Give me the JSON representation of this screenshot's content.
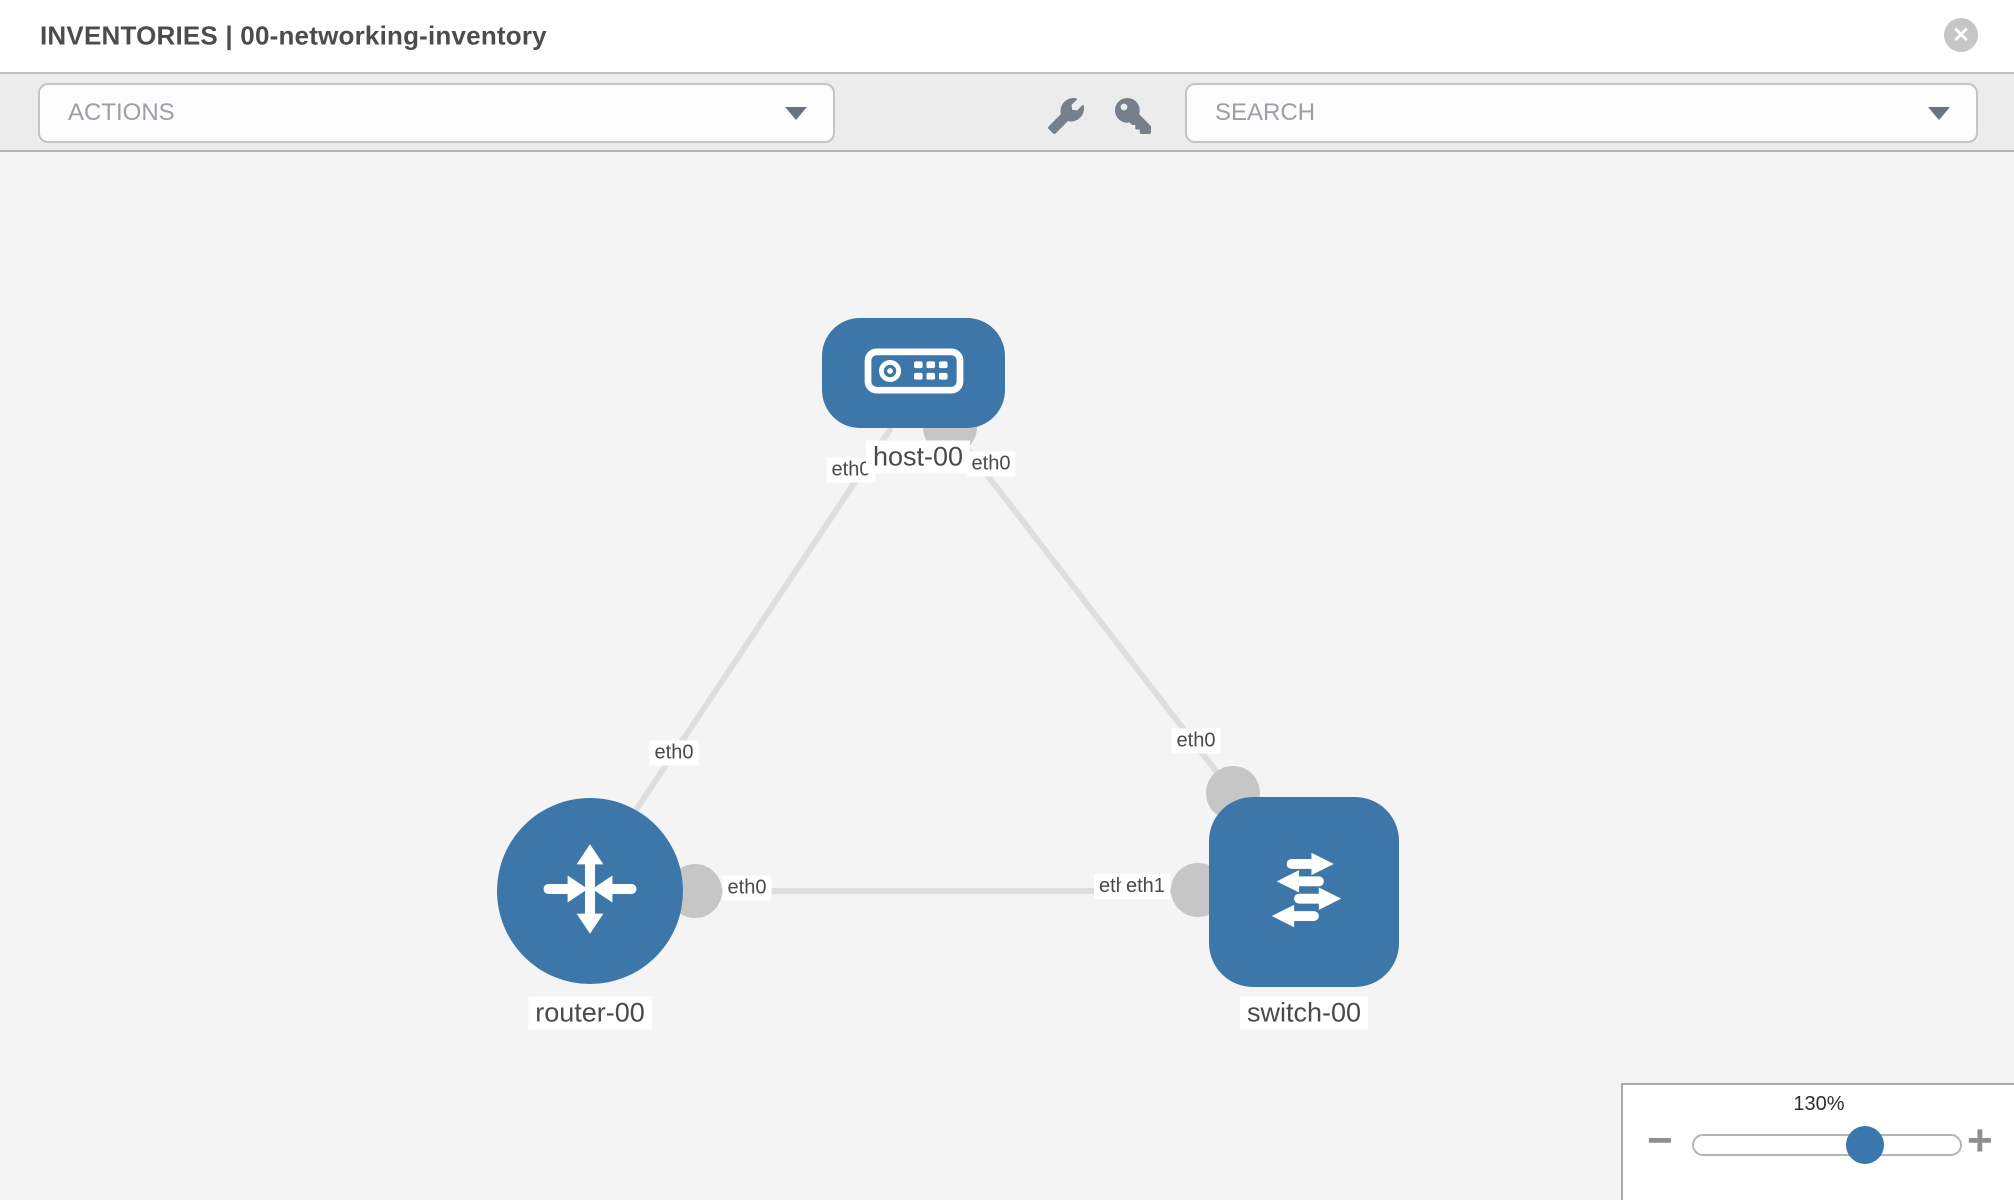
{
  "header": {
    "title": "INVENTORIES | 00-networking-inventory",
    "close_glyph": "✕"
  },
  "toolbar": {
    "actions_label": "ACTIONS",
    "search_placeholder": "SEARCH"
  },
  "topology": {
    "nodes": [
      {
        "id": "host-00",
        "type": "host",
        "label": "host-00"
      },
      {
        "id": "router-00",
        "type": "router",
        "label": "router-00"
      },
      {
        "id": "switch-00",
        "type": "switch",
        "label": "switch-00"
      }
    ],
    "links": [
      {
        "from": "host-00",
        "from_if": "eth0",
        "to": "router-00",
        "to_if": "eth0"
      },
      {
        "from": "host-00",
        "from_if": "eth0",
        "to": "switch-00",
        "to_if": "eth0"
      },
      {
        "from": "router-00",
        "from_if": "eth0",
        "to": "switch-00",
        "to_if": "eth1",
        "overlapped_if": "eth0"
      }
    ],
    "colors": {
      "node_fill": "#3d77a9",
      "port_fill": "#c6c6c6",
      "link_stroke": "#dedede"
    }
  },
  "zoom_control": {
    "level": "130%",
    "minus_label": "−",
    "plus_label": "+"
  }
}
